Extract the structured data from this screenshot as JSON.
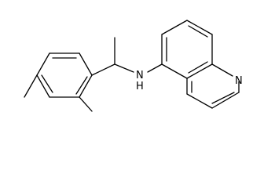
{
  "structure": {
    "atoms": {
      "amine_nitrogen": "N",
      "amine_hydrogen": "H",
      "ring_nitrogen": "N"
    },
    "colors": {
      "bond": "#000000",
      "label": "#000000",
      "background": "#ffffff"
    }
  }
}
